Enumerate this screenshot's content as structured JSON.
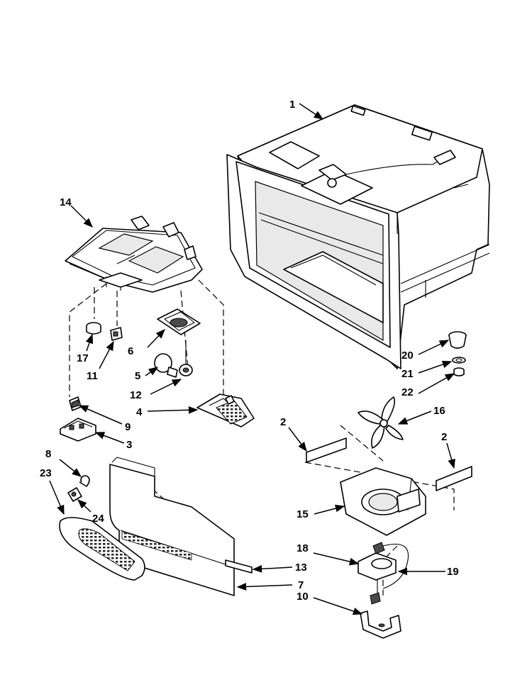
{
  "callouts": {
    "c1": "1",
    "c2a": "2",
    "c2b": "2",
    "c3": "3",
    "c4": "4",
    "c5": "5",
    "c6": "6",
    "c7": "7",
    "c8": "8",
    "c9": "9",
    "c10": "10",
    "c11": "11",
    "c12": "12",
    "c13": "13",
    "c14": "14",
    "c15": "15",
    "c16": "16",
    "c17": "17",
    "c18": "18",
    "c19": "19",
    "c20": "20",
    "c21": "21",
    "c22": "22",
    "c23": "23",
    "c24": "24"
  }
}
